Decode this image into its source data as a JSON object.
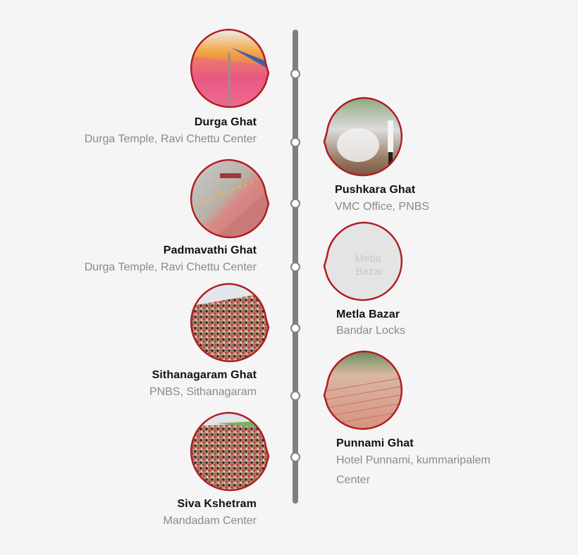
{
  "colors": {
    "background": "#f5f5f5",
    "timeline": "#7f7f7f",
    "bubble_border": "#b01c22",
    "title": "#111111",
    "subtitle": "#8a8a8a"
  },
  "items": [
    {
      "side": "left",
      "title": "Durga Ghat",
      "subtitle": "Durga Temple, Ravi Chettu Center",
      "image": "ghat-steps-photo"
    },
    {
      "side": "right",
      "title": "Pushkara Ghat",
      "subtitle": "VMC Office, PNBS",
      "image": "water-fountain-photo"
    },
    {
      "side": "left",
      "title": "Padmavathi Ghat",
      "subtitle": "Durga Temple, Ravi Chettu Center",
      "image": "riverfront-steps-photo"
    },
    {
      "side": "right",
      "title": "Metla Bazar",
      "subtitle": "Bandar Locks",
      "image": "placeholder",
      "placeholder_line1": "Metla",
      "placeholder_line2": "Bazar"
    },
    {
      "side": "left",
      "title": "Sithanagaram Ghat",
      "subtitle": "PNBS, Sithanagaram",
      "image": "crowd-photo"
    },
    {
      "side": "right",
      "title": "Punnami Ghat",
      "subtitle": "Hotel Punnami, kummaripalem",
      "subtitle_line2": "Center",
      "image": "ghat-steps-photo"
    },
    {
      "side": "left",
      "title": "Siva Kshetram",
      "subtitle": "Mandadam Center",
      "image": "crowd-photo"
    }
  ]
}
